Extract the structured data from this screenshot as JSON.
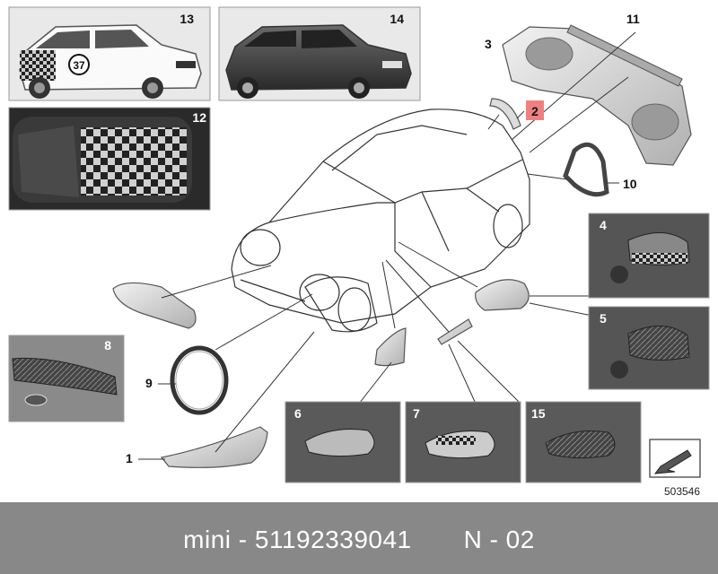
{
  "diagram": {
    "callouts": {
      "c1": "1",
      "c2": "2",
      "c3": "3",
      "c4": "4",
      "c5": "5",
      "c6": "6",
      "c7": "7",
      "c8": "8",
      "c9": "9",
      "c10": "10",
      "c11": "11",
      "c12": "12",
      "c13": "13",
      "c14": "14",
      "c15": "15"
    },
    "reference_number": "503546",
    "car_decal_number": "37",
    "highlight_color": "#f08080"
  },
  "footer": {
    "brand": "mini",
    "separator": "-",
    "part_number": "51192339041",
    "position_code": "N - 02"
  },
  "colors": {
    "footer_bg": "#888888",
    "footer_text": "#ffffff",
    "line_art": "#333333"
  }
}
